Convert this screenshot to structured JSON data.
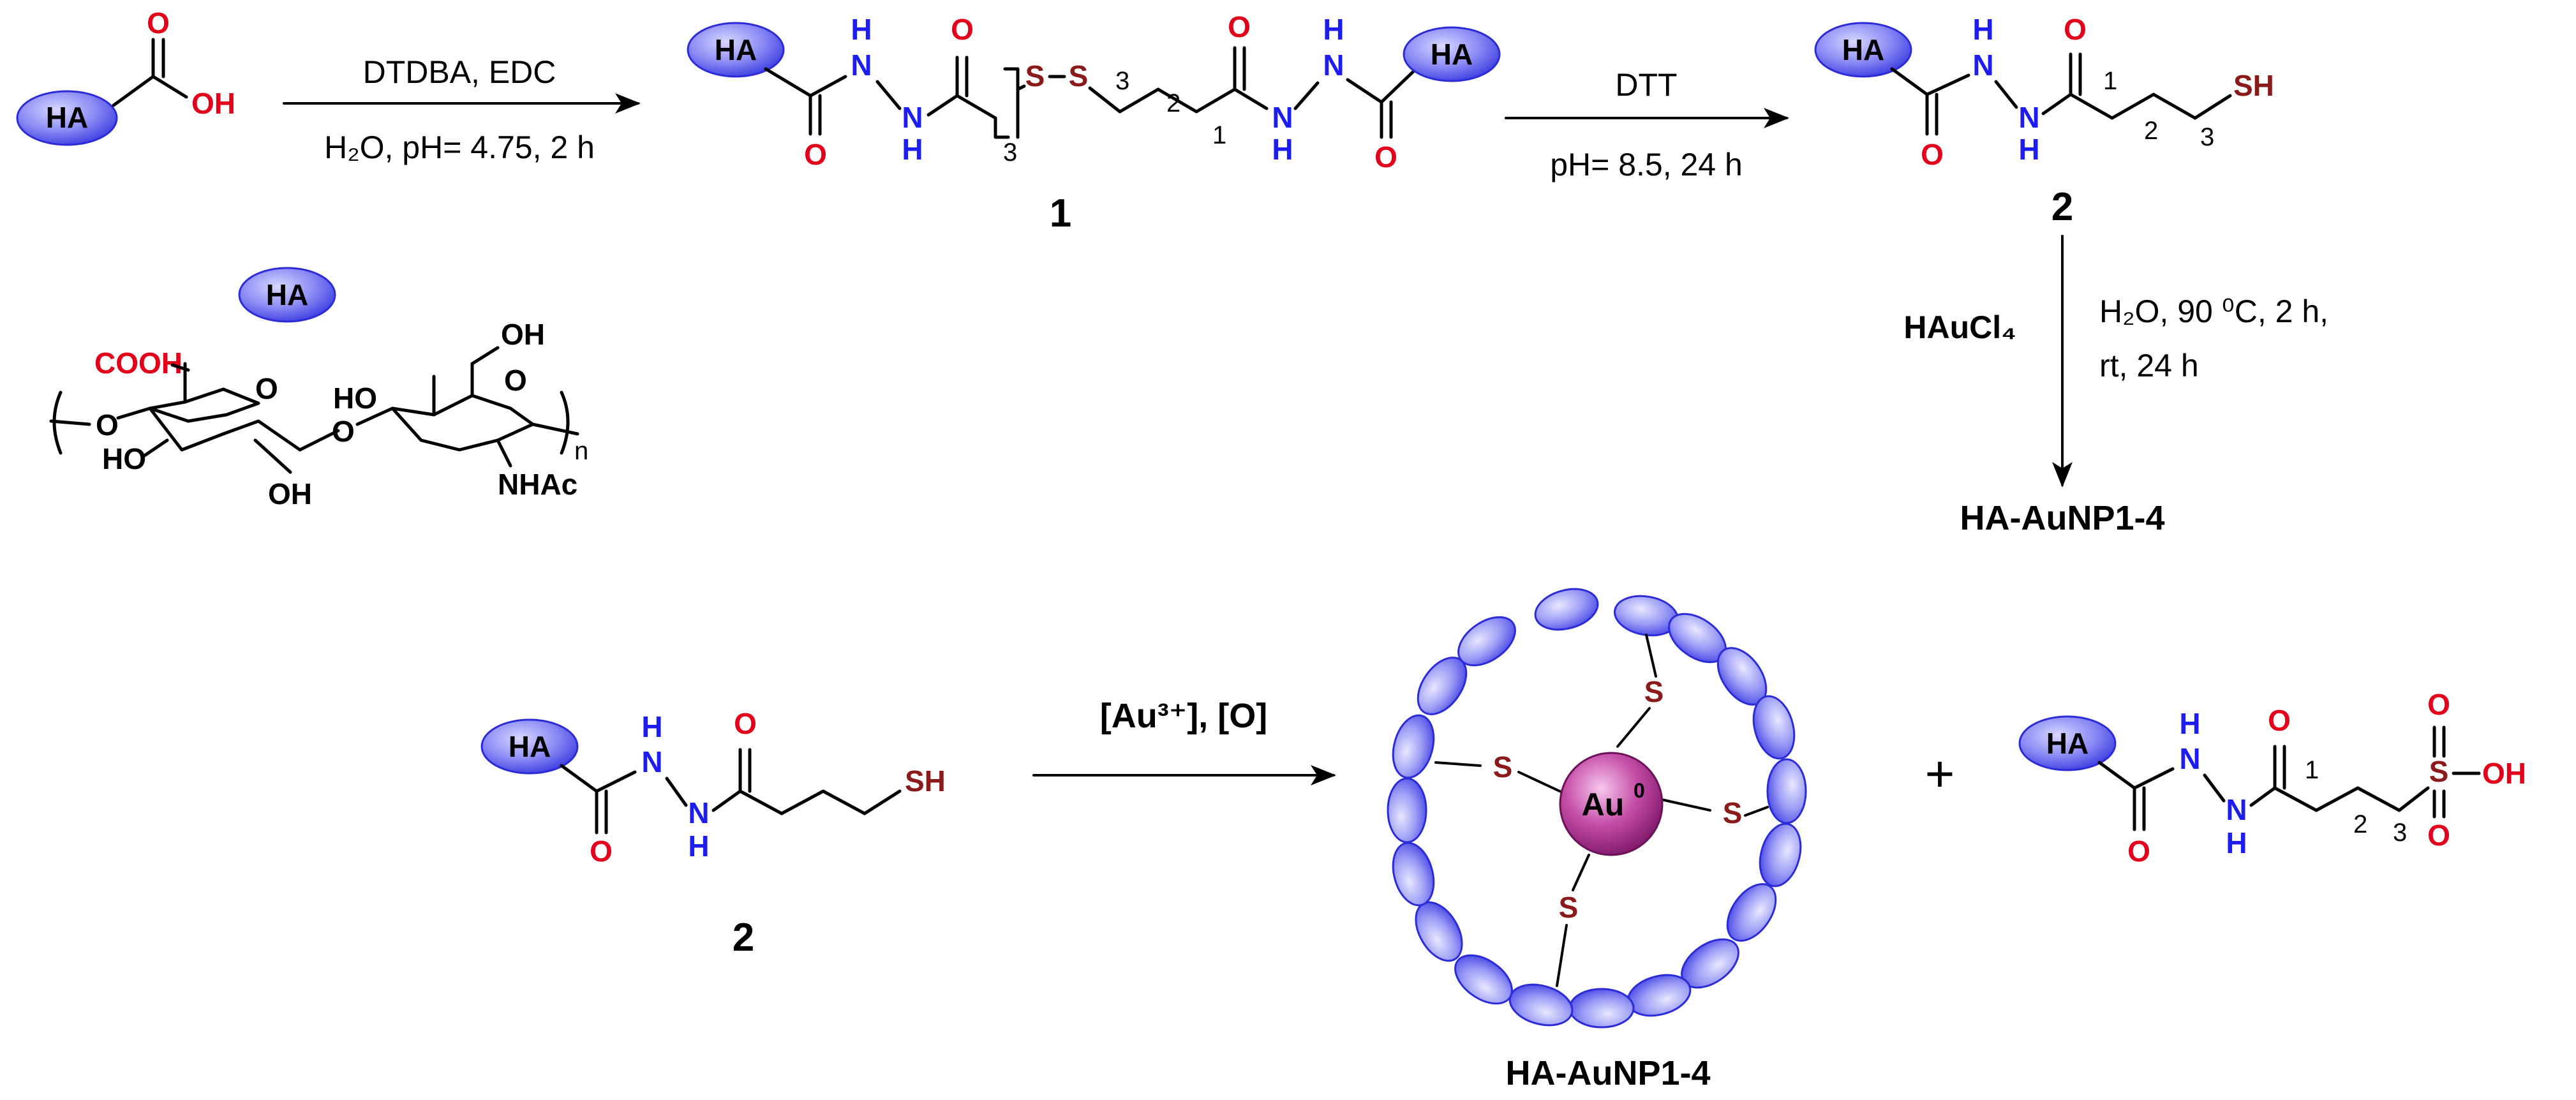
{
  "labels": {
    "ha": "HA",
    "o": "O",
    "oh": "OH",
    "h": "H",
    "n": "N",
    "s": "S",
    "sh": "SH",
    "plus": "+",
    "au": "Au",
    "au_sup": "0",
    "locant_1": "1",
    "locant_2": "2",
    "locant_3": "3"
  },
  "step1": {
    "reagent": "DTDBA, EDC",
    "conditions": "H₂O, pH= 4.75, 2 h"
  },
  "step2": {
    "reagent": "DTT",
    "conditions": "pH= 8.5, 24 h"
  },
  "step3": {
    "reagent": "HAuCl₄",
    "conditions_line1": "H₂O, 90 ⁰C, 2 h,",
    "conditions_line2": "rt, 24 h"
  },
  "step4": {
    "reagent": "[Au³⁺], [O]"
  },
  "compounds": {
    "c1": "1",
    "c2": "2",
    "c2_bottom": "2",
    "product_mid": "HA-AuNP1-4",
    "product_bottom": "HA-AuNP1-4"
  },
  "ha_structure": {
    "cooh": "COOH",
    "oh": "OH",
    "ho": "HO",
    "ho_ring": "HO",
    "oh_ring": "OH",
    "nhac": "NHAc",
    "o": "O",
    "n_repeat": "n"
  },
  "colors": {
    "oxygen": "#e3001b",
    "nitrogen": "#1d1df0",
    "sulfur": "#8b1a1a",
    "ha_fill": "#7b7bf0",
    "gold_core": "#b5238f"
  }
}
